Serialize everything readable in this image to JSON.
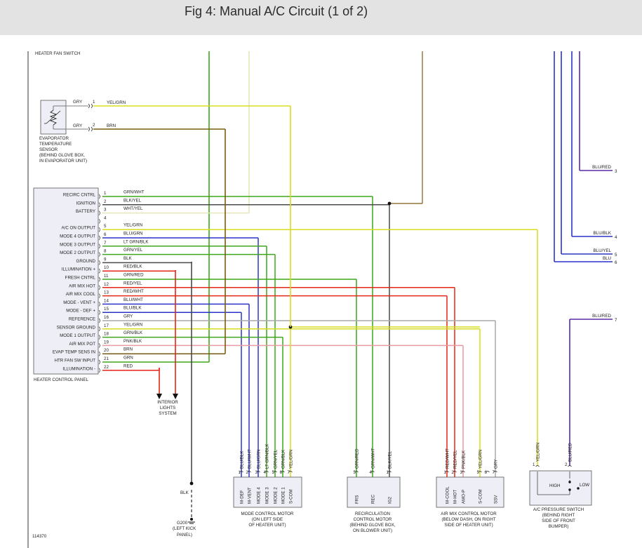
{
  "title": "Fig 4: Manual A/C Circuit (1 of 2)",
  "figure_id": "114370",
  "colors": {
    "GRN": "#3fa51c",
    "BLK": "#4a4a4a",
    "WHT": "#e6e6b8",
    "BRN": "#7a5a10",
    "YEL": "#d7dd1e",
    "BLU": "#2a34c8",
    "RED": "#e52616",
    "GRY": "#a9a9a9",
    "PNK": "#e89aa0",
    "VIO": "#5a2aa8"
  },
  "top_label": "HEATER FAN SWITCH",
  "sensor": {
    "label_lines": [
      "EVAPORATOR",
      "TEMPERATURE",
      "SENSOR",
      "(BEHIND GLOVE BOX,",
      "IN EVAPORATOR UNIT)"
    ],
    "pins": [
      {
        "num": "1",
        "sensor_wire": "GRY",
        "wire": "YEL/GRN"
      },
      {
        "num": "2",
        "sensor_wire": "GRY",
        "wire": "BRN"
      }
    ]
  },
  "panel": {
    "label": "HEATER CONTROL PANEL",
    "pins": [
      {
        "num": "1",
        "name": "RECIRC CNTRL",
        "wire": "GRN/WHT"
      },
      {
        "num": "2",
        "name": "IGNITION",
        "wire": "BLK/YEL"
      },
      {
        "num": "3",
        "name": "BATTERY",
        "wire": "WHT/YEL"
      },
      {
        "num": "4",
        "name": "",
        "wire": ""
      },
      {
        "num": "5",
        "name": "A/C ON OUTPUT",
        "wire": "YEL/GRN"
      },
      {
        "num": "6",
        "name": "MODE 4 OUTPUT",
        "wire": "BLU/GRN"
      },
      {
        "num": "7",
        "name": "MODE 3 OUTPUT",
        "wire": "LT GRN/BLK"
      },
      {
        "num": "8",
        "name": "MODE 2 OUTPUT",
        "wire": "GRN/YEL"
      },
      {
        "num": "9",
        "name": "GROUND",
        "wire": "BLK"
      },
      {
        "num": "10",
        "name": "ILLUMINATION +",
        "wire": "RED/BLK"
      },
      {
        "num": "11",
        "name": "FRESH CNTRL",
        "wire": "GRN/RED"
      },
      {
        "num": "12",
        "name": "AIR MIX HOT",
        "wire": "RED/YEL"
      },
      {
        "num": "13",
        "name": "AIR MIX COOL",
        "wire": "RED/WHT"
      },
      {
        "num": "14",
        "name": "MODE - VENT +",
        "wire": "BLU/WHT"
      },
      {
        "num": "15",
        "name": "MODE - DEF +",
        "wire": "BLU/BLK"
      },
      {
        "num": "16",
        "name": "REFERENCE",
        "wire": "GRY"
      },
      {
        "num": "17",
        "name": "SENSOR GROUND",
        "wire": "YEL/GRN"
      },
      {
        "num": "18",
        "name": "MODE 1 OUTPUT",
        "wire": "GRN/BLK"
      },
      {
        "num": "19",
        "name": "AIR MIX POT",
        "wire": "PNK/BLK"
      },
      {
        "num": "20",
        "name": "EVAP TEMP SENS IN",
        "wire": "BRN"
      },
      {
        "num": "21",
        "name": "HTR FAN SW INPUT",
        "wire": "GRN"
      },
      {
        "num": "22",
        "name": "ILLUMINATION -",
        "wire": "RED"
      }
    ]
  },
  "interior": {
    "label_lines": [
      "INTERIOR",
      "LIGHTS",
      "SYSTEM"
    ]
  },
  "ground": {
    "wire": "BLK",
    "label_lines": [
      "G200",
      "(LEFT KICK",
      "PANEL)"
    ]
  },
  "mode_motor": {
    "label_lines": [
      "MODE CONTROL MOTOR",
      "(ON LEFT SIDE",
      "OF HEATER UNIT)"
    ],
    "pins": [
      {
        "num": "1",
        "wire": "BLU/BLK",
        "name": "M-DEF"
      },
      {
        "num": "2",
        "wire": "BLU/WHT",
        "name": "M-VENT"
      },
      {
        "num": "3",
        "wire": "BLU/GRN",
        "name": "MODE 4"
      },
      {
        "num": "4",
        "wire": "LT GRN/BLK",
        "name": "MODE 3"
      },
      {
        "num": "5",
        "wire": "GRN/YEL",
        "name": "MODE 2"
      },
      {
        "num": "6",
        "wire": "GRN/BLK",
        "name": "MODE 1"
      },
      {
        "num": "7",
        "wire": "YEL/GRN",
        "name": "S-COM"
      }
    ]
  },
  "recirc_motor": {
    "label_lines": [
      "RECIRCULATION",
      "CONTROL MOTOR",
      "(BEHIND GLOVE BOX,",
      "ON BLOWER UNIT)"
    ],
    "pins": [
      {
        "num": "5",
        "wire": "GRN/RED",
        "name": "FRS"
      },
      {
        "num": "4",
        "wire": "GRN/WHT",
        "name": "REC"
      },
      {
        "num": "1",
        "wire": "BLK/YEL",
        "name": "IG2"
      }
    ]
  },
  "airmix_motor": {
    "label_lines": [
      "AIR MIX CONTROL MOTOR",
      "(BELOW DASH, ON RIGHT",
      "SIDE OF HEATER UNIT)"
    ],
    "pins": [
      {
        "num": "1",
        "wire": "RED/WHT",
        "name": "M-COOL"
      },
      {
        "num": "2",
        "wire": "RED/YEL",
        "name": "M-HOT"
      },
      {
        "num": "3",
        "wire": "PNK/BLK",
        "name": "AMO-P"
      },
      {
        "num": "5",
        "wire": "YEL/GRN",
        "name": "S-COM"
      },
      {
        "num": "6",
        "wire": "",
        "name": ""
      },
      {
        "num": "7",
        "wire": "GRY",
        "name": "SSV"
      }
    ]
  },
  "pressure_switch": {
    "label_lines": [
      "A/C PRESSURE SWITCH",
      "(BEHIND RIGHT",
      "SIDE OF FRONT",
      "BUMPER)"
    ],
    "high": "HIGH",
    "low": "LOW",
    "pins": [
      {
        "num": "1",
        "wire": "YEL/GRN"
      },
      {
        "num": "2",
        "wire": "BLU/RED"
      }
    ]
  },
  "right_refs": [
    {
      "wire": "BLU/RED",
      "num": "3"
    },
    {
      "wire": "BLU/BLK",
      "num": "4"
    },
    {
      "wire": "BLU/YEL",
      "num": "5"
    },
    {
      "wire": "BLU",
      "num": "6"
    },
    {
      "wire": "BLU/RED",
      "num": "7"
    }
  ]
}
